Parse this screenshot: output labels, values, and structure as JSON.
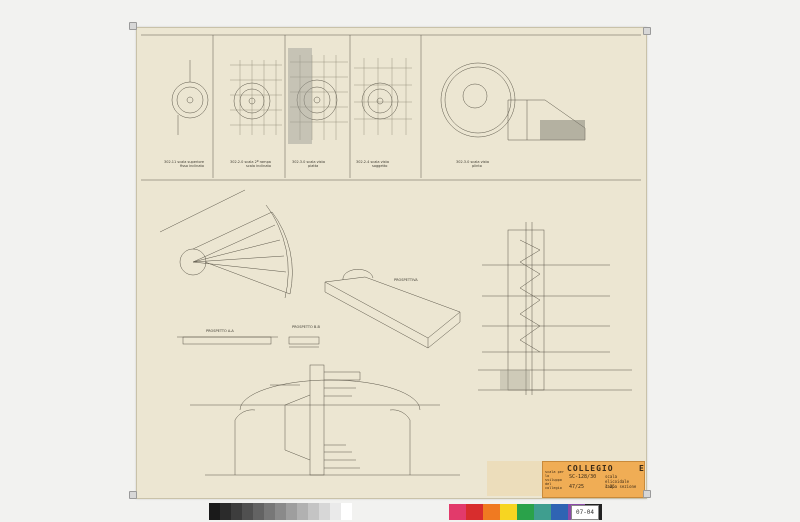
{
  "sheet": {
    "plan_captions": [
      {
        "code": "302.11",
        "line1": "scala superiore",
        "line2": "fisso inclinato"
      },
      {
        "code": "302.2.0",
        "line1": "scala 2ª rampa",
        "line2": "scala inclinato"
      },
      {
        "code": "302.3.0",
        "line1": "scala vista",
        "line2": "piatta"
      },
      {
        "code": "302.2.4",
        "line1": "scala vista",
        "line2": "soggetto"
      },
      {
        "code": "302.3.0",
        "line1": "scala vista",
        "line2": "plinto"
      }
    ],
    "labels": {
      "prospetto_ab": "PROSPETTO A-A",
      "prospetto_bb": "PROSPETTO B-B",
      "prospettiva": "PROSPETTIVA"
    }
  },
  "stamp": {
    "title": "COLLEGIO",
    "letter": "E",
    "code": "SC-128/30",
    "line_a": "scala elicoidale",
    "line_b": "rampa sezione",
    "sheet_no": "47/25",
    "scale": "1:25",
    "note": "scala per lo sviluppo del collegio"
  },
  "ruler_colors": [
    "#1a1a1a",
    "#2b2b2b",
    "#3d3d3d",
    "#505050",
    "#636363",
    "#777777",
    "#8a8a8a",
    "#9e9e9e",
    "#b1b1b1",
    "#c4c4c4",
    "#d7d7d7",
    "#eaeaea",
    "#ffffff"
  ],
  "colorbar_colors": [
    "#e23a6b",
    "#d82d2d",
    "#f07a21",
    "#f7d521",
    "#2aa24a",
    "#3f9e8f",
    "#2f64b3",
    "#8a4aa8",
    "#222222"
  ],
  "reference_tag": "07-04"
}
